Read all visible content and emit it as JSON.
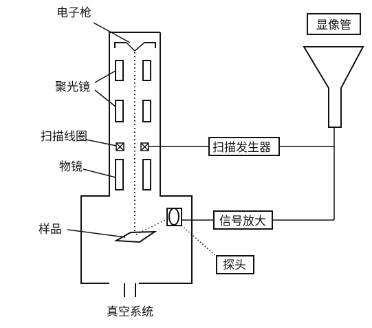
{
  "labels": {
    "electron_gun": "电子枪",
    "condenser_lens": "聚光镜",
    "scan_coil": "扫描线圈",
    "objective_lens": "物镜",
    "sample": "样品",
    "vacuum_system": "真空系统",
    "crt": "显像管",
    "scan_generator": "扫描发生器",
    "signal_amplifier": "信号放大",
    "detector": "探头"
  }
}
